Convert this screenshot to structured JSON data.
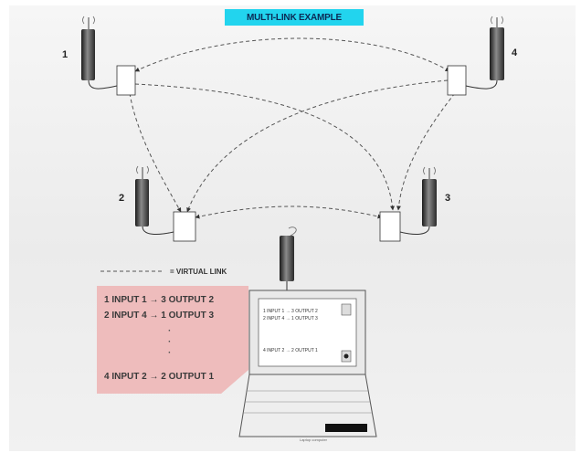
{
  "title": "MULTI-LINK EXAMPLE",
  "nodes": [
    {
      "number": "1"
    },
    {
      "number": "2"
    },
    {
      "number": "3"
    },
    {
      "number": "4"
    }
  ],
  "legend": {
    "label": "= VIRTUAL LINK"
  },
  "routes": [
    "1 INPUT 1 → 3 OUTPUT 2",
    "2 INPUT 4 → 1 OUTPUT 3",
    "4 INPUT 2 → 2 OUTPUT 1"
  ],
  "route_ellipsis": [
    "·",
    "·",
    "·"
  ],
  "laptop": {
    "screen_lines": [
      "1 INPUT 1 → 3 OUTPUT 2",
      "2 INPUT 4 → 1 OUTPUT 3",
      "4 INPUT 2 → 2 OUTPUT 1"
    ],
    "caption": "Laptop computer"
  },
  "colors": {
    "title_badge": "#22d4ee",
    "route_panel": "#eebcbc",
    "link_line": "#555555"
  }
}
